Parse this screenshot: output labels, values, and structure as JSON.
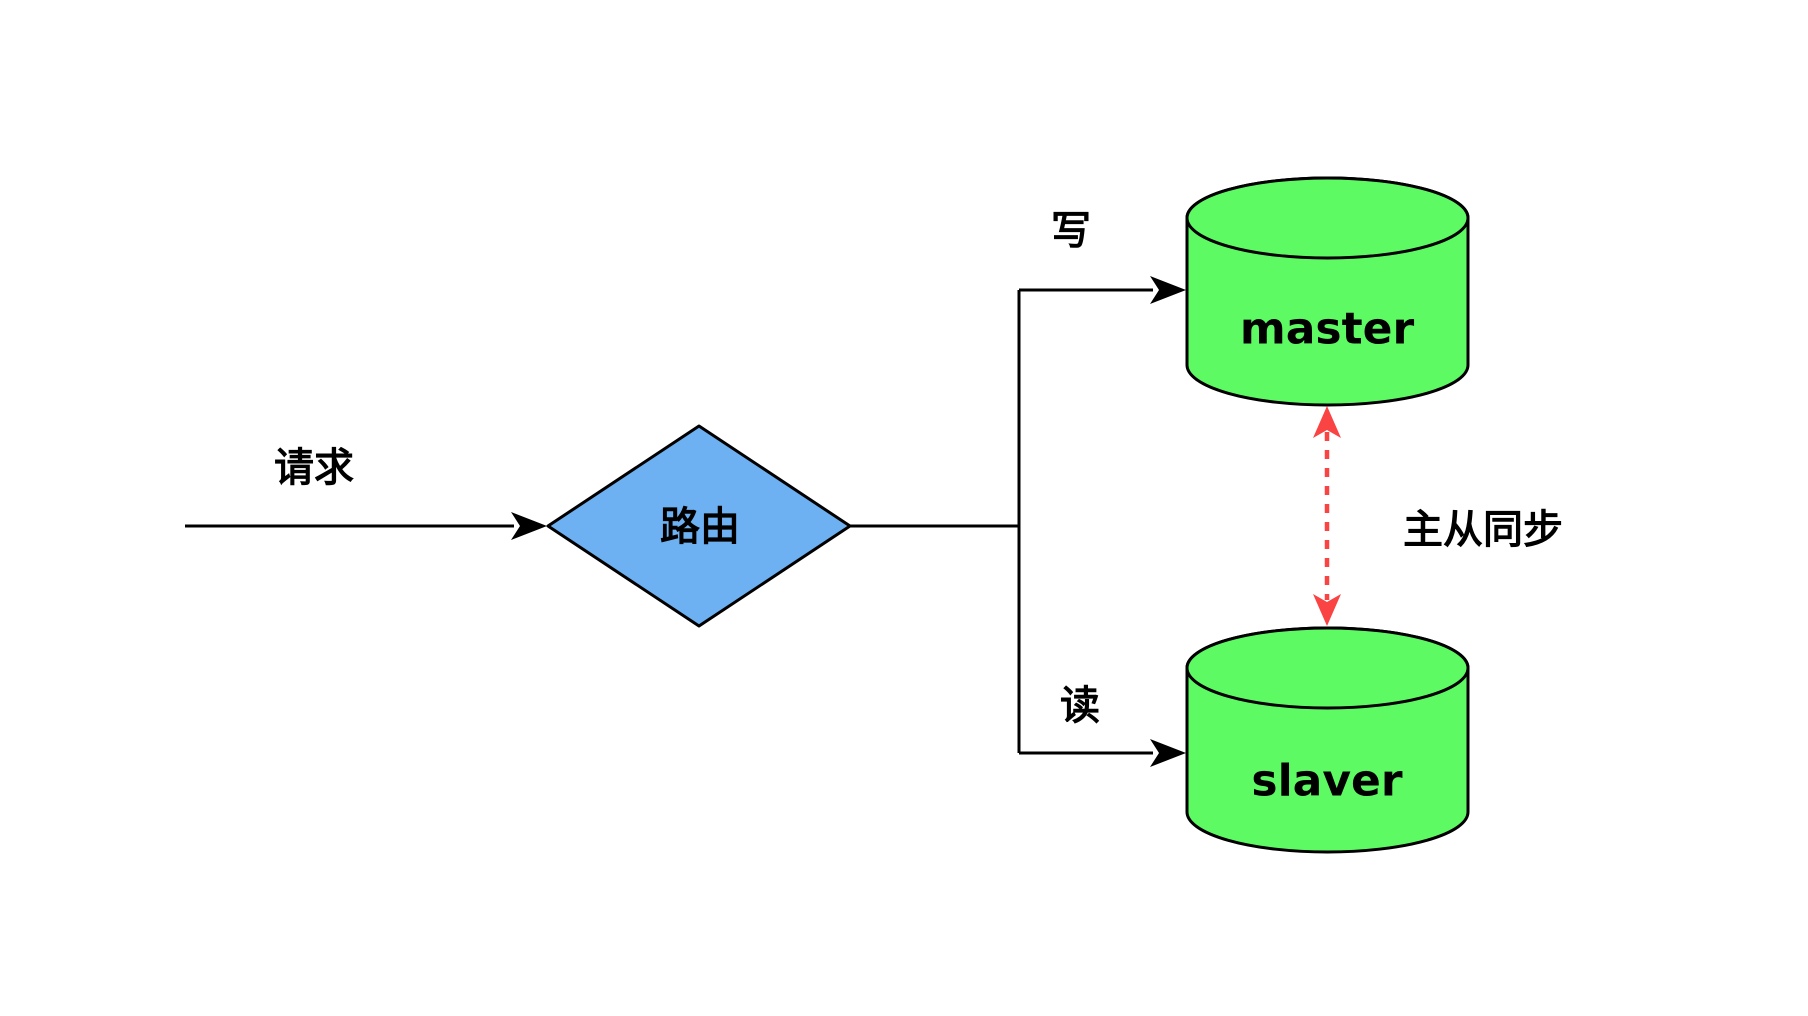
{
  "colors": {
    "canvas-bg": "#ffffff",
    "line-color": "#000000",
    "diamond-fill": "#6db1f2",
    "db-fill": "#5efa64",
    "sync-color": "#fa4343",
    "text-color": "#000000"
  },
  "diagram": {
    "request_edge": {
      "label": "请求"
    },
    "router_node": {
      "label": "路由"
    },
    "write_edge": {
      "label": "写"
    },
    "read_edge": {
      "label": "读"
    },
    "master_node": {
      "label": "master"
    },
    "slaver_node": {
      "label": "slaver"
    },
    "sync_edge": {
      "label": "主从同步"
    }
  }
}
